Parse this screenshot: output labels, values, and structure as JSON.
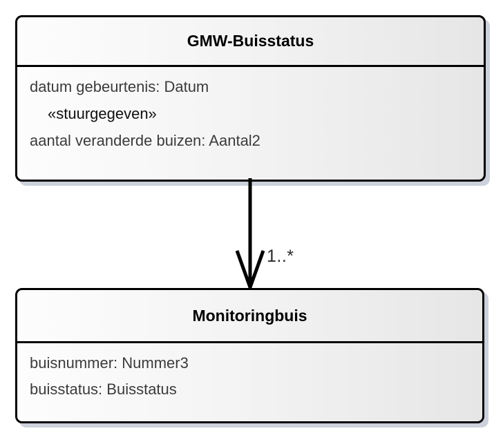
{
  "diagram": {
    "type": "uml-class-diagram",
    "background_color": "#ffffff",
    "classes": [
      {
        "id": "gmw-buisstatus",
        "name": "GMW-Buisstatus",
        "attributes": [
          {
            "text": "datum gebeurtenis: Datum",
            "kind": "attribute"
          },
          {
            "text": "«stuurgegeven»",
            "kind": "stereotype"
          },
          {
            "text": "aantal veranderde buizen: Aantal2",
            "kind": "attribute"
          }
        ]
      },
      {
        "id": "monitoringbuis",
        "name": "Monitoringbuis",
        "attributes": [
          {
            "text": "buisnummer: Nummer3",
            "kind": "attribute"
          },
          {
            "text": "buisstatus: Buisstatus",
            "kind": "attribute"
          }
        ]
      }
    ],
    "associations": [
      {
        "id": "gmw-buisstatus-to-monitoringbuis",
        "source": "GMW-Buisstatus",
        "target": "Monitoringbuis",
        "arrow_style": "open-arrowhead",
        "direction": "down",
        "multiplicity_target": "1..*"
      }
    ],
    "colors": {
      "line": "#000000",
      "title_text": "#000000",
      "attribute_text": "#3b3b3b",
      "stereotype_text": "#101010",
      "multiplicity_text": "#2a2a2a",
      "box_fill_start": "#fdfdfd",
      "box_fill_end": "#e6e6e6",
      "shadow": "#ccd1dc"
    }
  }
}
